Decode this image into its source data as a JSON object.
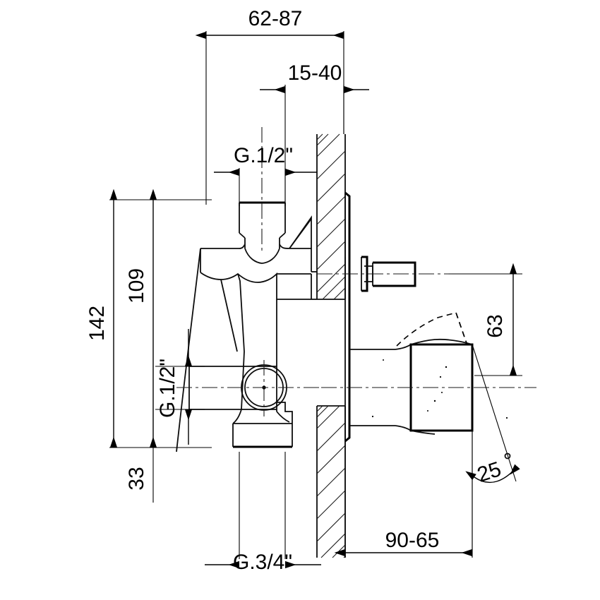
{
  "drawing": {
    "title": "Concealed shower/bath mixer valve — dimensioned section drawing",
    "units": "mm",
    "background_color": "#ffffff",
    "line_color": "#000000"
  },
  "dimensions": {
    "top_overall": {
      "label": "62-87",
      "orientation": "horizontal",
      "position": "top"
    },
    "top_inner": {
      "label": "15-40",
      "orientation": "horizontal",
      "position": "top-inner"
    },
    "thread_top": {
      "label": "G.1/2\"",
      "orientation": "horizontal",
      "position": "upper-inlet"
    },
    "left_overall": {
      "label": "142",
      "orientation": "vertical",
      "position": "left-outer"
    },
    "left_inner": {
      "label": "109",
      "orientation": "vertical",
      "position": "left-inner"
    },
    "left_bottom": {
      "label": "33",
      "orientation": "vertical",
      "position": "left-lower"
    },
    "thread_side": {
      "label": "G.1/2\"",
      "orientation": "vertical",
      "position": "left-side-outlet"
    },
    "right_vertical": {
      "label": "63",
      "orientation": "vertical",
      "position": "right"
    },
    "angle": {
      "label": "25",
      "symbol": "°",
      "orientation": "angular",
      "position": "right-lower"
    },
    "bottom_projection": {
      "label": "90-65",
      "orientation": "horizontal",
      "position": "bottom-right"
    },
    "thread_bottom": {
      "label": "G.3/4\"",
      "orientation": "horizontal",
      "position": "bottom"
    }
  }
}
